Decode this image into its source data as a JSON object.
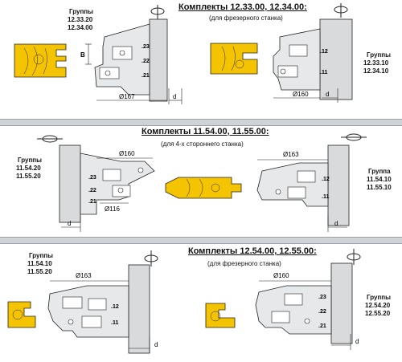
{
  "panels": [
    {
      "title": "Комплекты 12.33.00, 12.34.00:",
      "subtitle": "(для фрезерного станка)",
      "groups_left": {
        "label": "Группы",
        "items": [
          "12.33.20",
          "12.34.00"
        ]
      },
      "groups_right": {
        "label": "Группы",
        "items": [
          "12.33.10",
          "12.34.10"
        ]
      },
      "left_diam": "Ø167",
      "right_diam": "Ø160",
      "b_label": "B",
      "d_label": "d",
      "left_codes": [
        ".23",
        ".22",
        ".21"
      ],
      "right_codes": [
        ".12",
        ".11"
      ]
    },
    {
      "title": "Комплекты 11.54.00, 11.55.00:",
      "subtitle": "(для 4-х стороннего станка)",
      "groups_left": {
        "label": "Группы",
        "items": [
          "11.54.20",
          "11.55.20"
        ]
      },
      "groups_right": {
        "label": "Группа",
        "items": [
          "11.54.10",
          "11.55.10"
        ]
      },
      "left_diam_top": "Ø160",
      "left_diam_bottom": "Ø116",
      "right_diam": "Ø163",
      "d_label": "d",
      "left_codes": [
        ".23",
        ".22",
        ".21"
      ],
      "right_codes": [
        ".12",
        ".11"
      ]
    },
    {
      "title": "Комплекты 12.54.00, 12.55.00:",
      "subtitle": "(для фрезерного станка)",
      "groups_left": {
        "label": "Группы",
        "items": [
          "11.54.10",
          "11.55.20"
        ]
      },
      "groups_right": {
        "label": "Группы",
        "items": [
          "12.54.20",
          "12.55.20"
        ]
      },
      "left_diam": "Ø163",
      "right_diam": "Ø160",
      "d_label": "d",
      "left_codes": [
        ".12",
        ".11"
      ],
      "right_codes": [
        ".23",
        ".22",
        ".21"
      ]
    }
  ],
  "colors": {
    "yellow": "#f5c400",
    "spindle": "#d8dadc",
    "body": "#e6e8ea"
  }
}
